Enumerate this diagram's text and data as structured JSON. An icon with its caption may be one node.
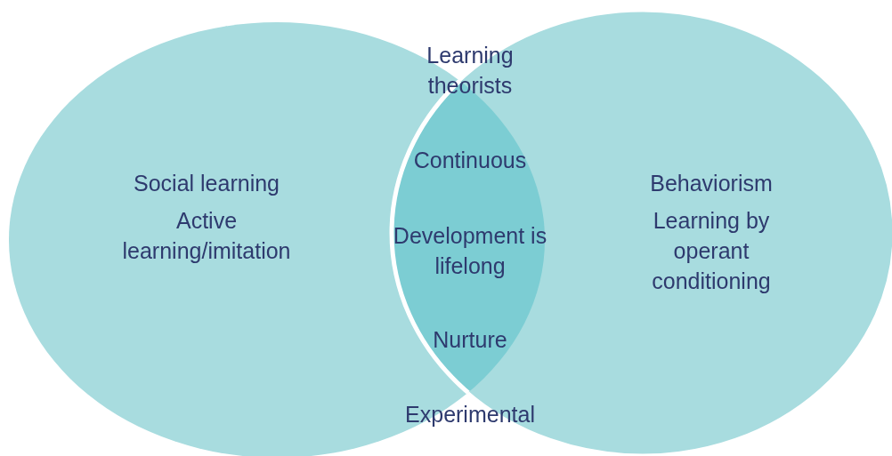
{
  "diagram": {
    "nodes": [
      {
        "text": [
          "Social learning",
          "Active learning/imitation"
        ]
      },
      {
        "text": [
          "Behaviorism",
          "Learning by operant conditioning"
        ]
      }
    ],
    "labels": [
      "Learning theorists",
      "Continuous",
      "Development is lifelong",
      "Nurture",
      "Experimental"
    ]
  }
}
